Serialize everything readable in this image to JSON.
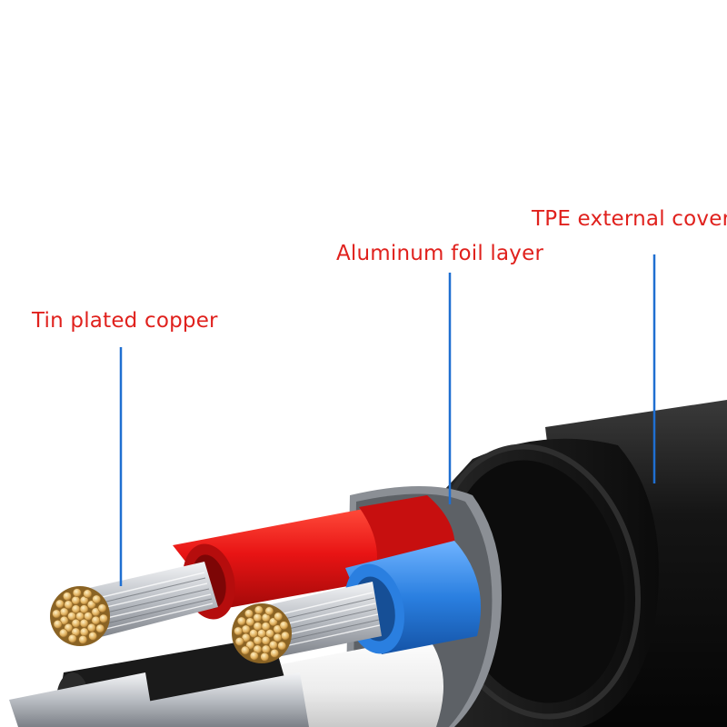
{
  "labels": {
    "tin_plated_copper": "Tin plated copper",
    "aluminum_foil_layer": "Aluminum foil layer",
    "tpe_external_cover": "TPE external cover"
  },
  "colors": {
    "label_text": "#e0211d",
    "leader_line": "#1f6fd1",
    "outer_jacket": "#111111",
    "red_wire": "#e81818",
    "blue_wire": "#2c7fe0",
    "white_wire": "#ededed",
    "copper_core": "#e0b468",
    "silver_strand": "#c9ccd1"
  }
}
